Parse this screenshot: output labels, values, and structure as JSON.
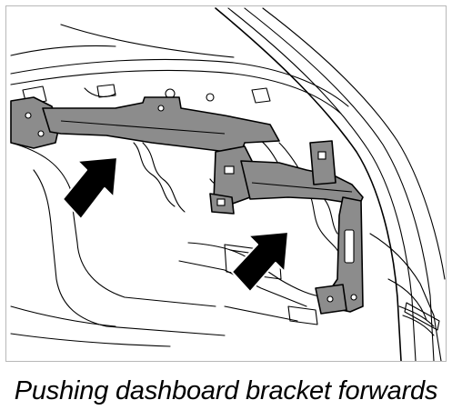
{
  "figure": {
    "caption": "Pushing dashboard bracket forwards",
    "subject": "dashboard bracket",
    "line_color": "#000000",
    "bracket_fill": "#8c8c8c",
    "arrow_fill": "#000000",
    "frame_border_color": "#b8b8b8",
    "arrow_count": 2,
    "arrow_direction": "up-right"
  }
}
